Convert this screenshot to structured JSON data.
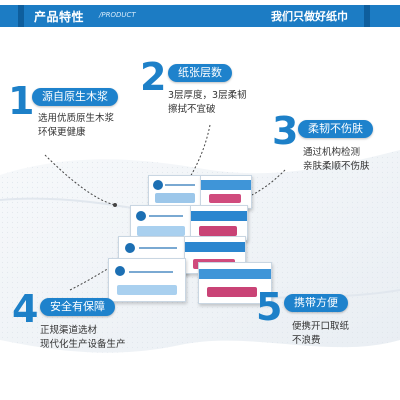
{
  "header": {
    "title": "产品特性",
    "subtitle": "/PRODUCT",
    "slogan": "我们只做好纸巾"
  },
  "features": [
    {
      "number": "1",
      "title": "源自原生木浆",
      "desc_line1": "选用优质原生木浆",
      "desc_line2": "环保更健康"
    },
    {
      "number": "2",
      "title": "纸张层数",
      "desc_line1": "3层厚度，3层柔韧",
      "desc_line2": "擦拭不宜破"
    },
    {
      "number": "3",
      "title": "柔韧不伤肤",
      "desc_line1": "通过机构检测",
      "desc_line2": "亲肤柔顺不伤肤"
    },
    {
      "number": "4",
      "title": "安全有保障",
      "desc_line1": "正规渠道选材",
      "desc_line2": "现代化生产设备生产"
    },
    {
      "number": "5",
      "title": "携带方便",
      "desc_line1": "便携开口取纸",
      "desc_line2": "不浪费"
    }
  ],
  "colors": {
    "accent": "#1e82cc",
    "header": "#1c7cc4",
    "text": "#333333"
  }
}
